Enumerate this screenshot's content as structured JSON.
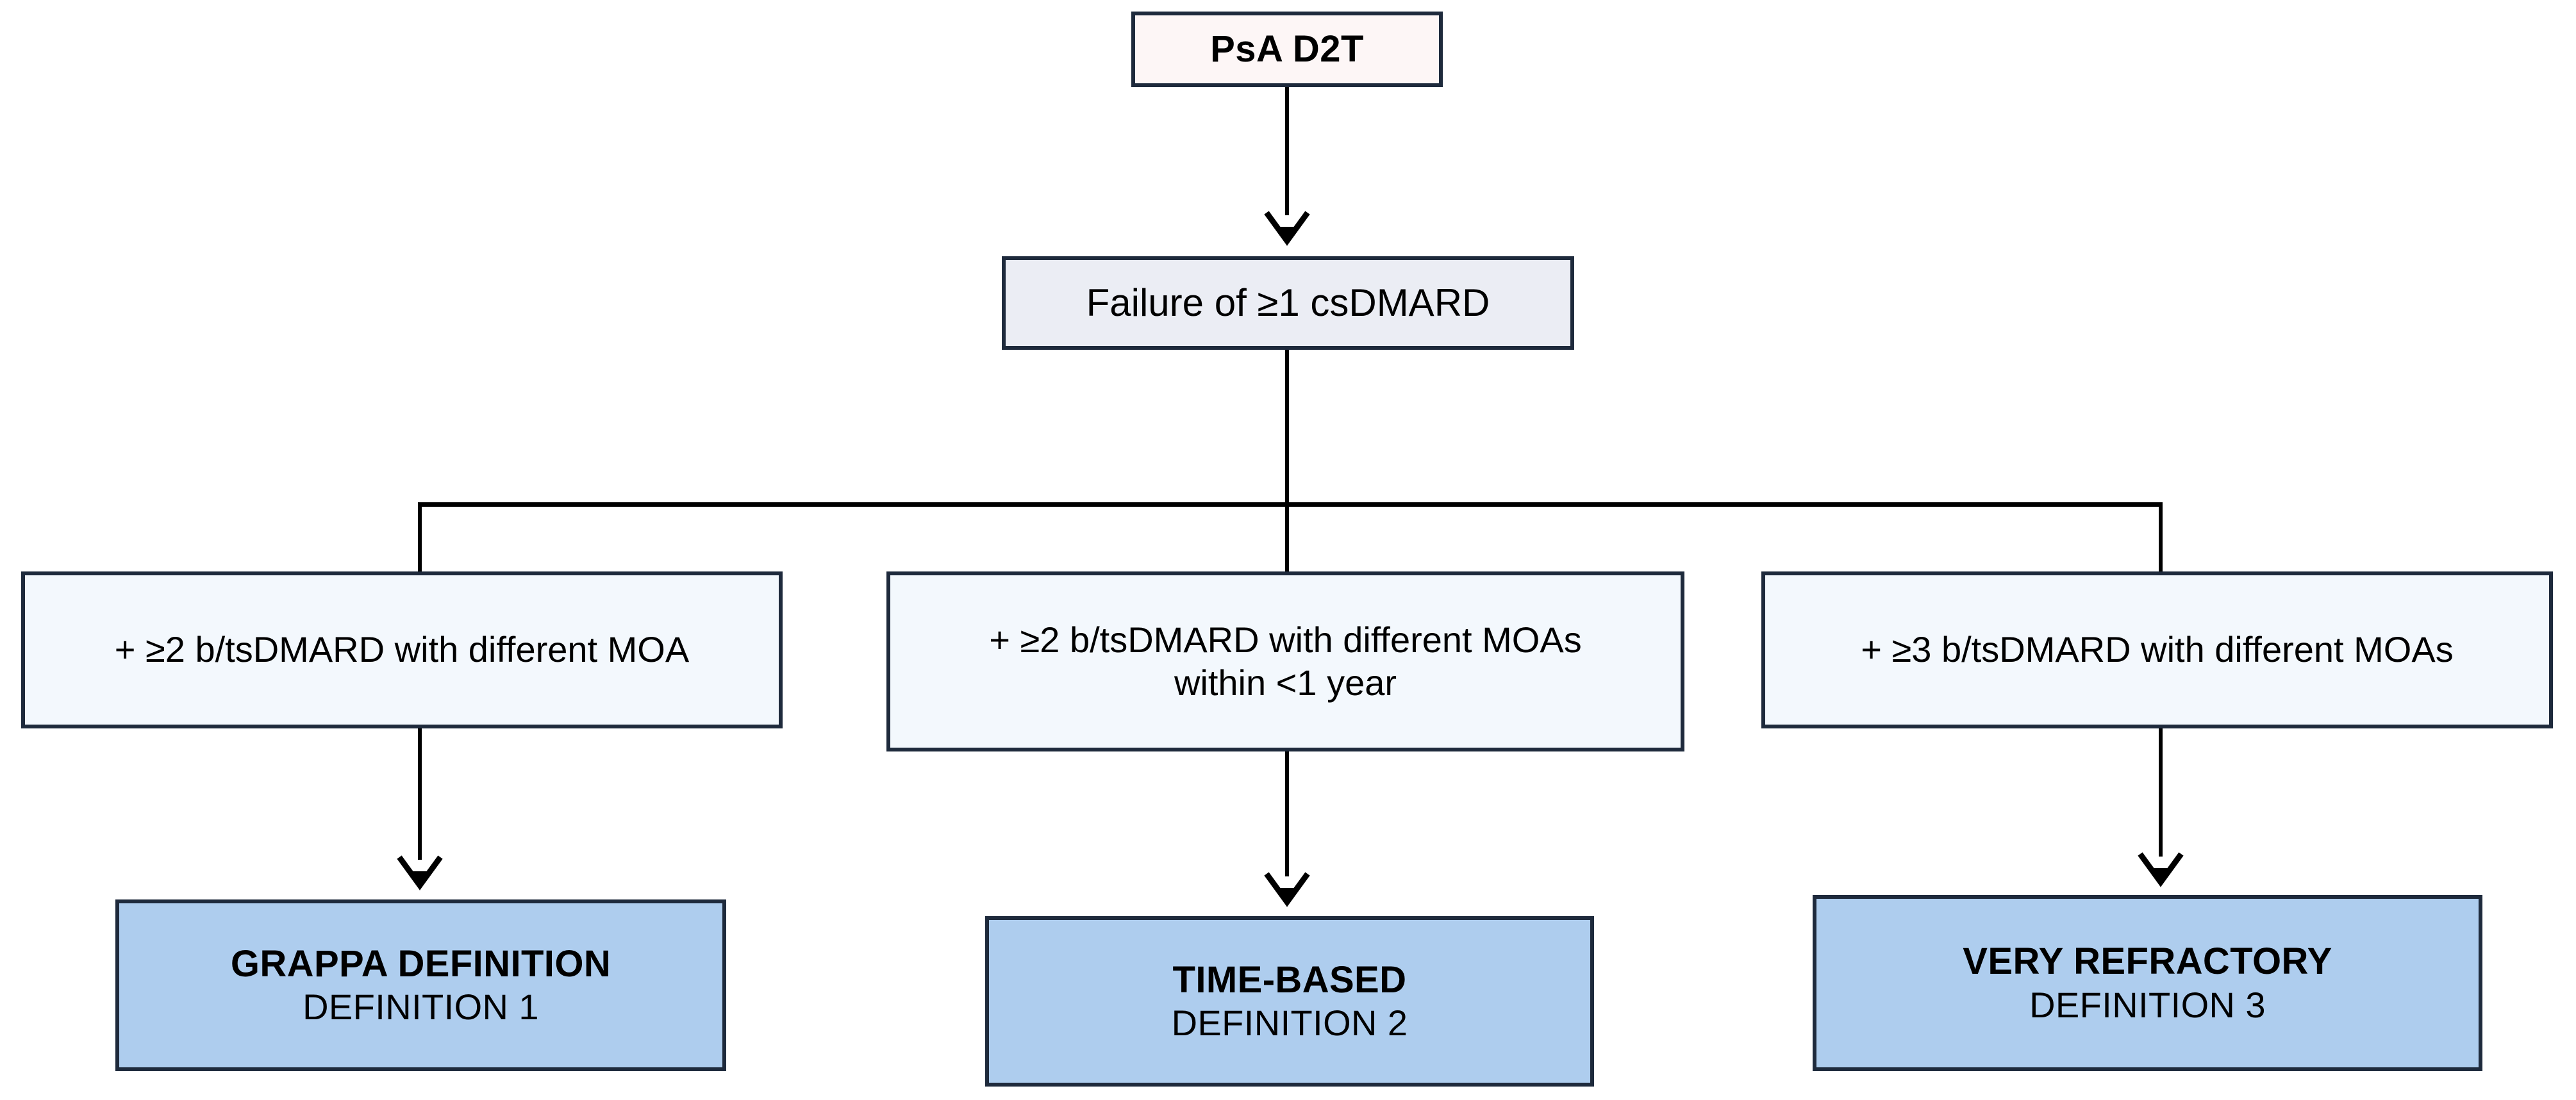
{
  "diagram": {
    "type": "flowchart",
    "title": "PsA D2T definitions flowchart",
    "colors": {
      "top_node_fill": "#fdf6f6",
      "second_node_fill": "#ebedf4",
      "criteria_node_fill": "#f3f8fd",
      "definition_node_fill": "#aecdee",
      "border": "#1e2a3c",
      "connector": "#000000",
      "background": "#ffffff"
    },
    "nodes": {
      "root": {
        "label": "PsA D2T"
      },
      "prerequisite": {
        "label": "Failure of ≥1 csDMARD"
      },
      "criteria": [
        {
          "line1": "+ ≥2 b/tsDMARD with different MOA",
          "line2": ""
        },
        {
          "line1": "+ ≥2 b/tsDMARD with different MOAs",
          "line2": "within <1 year"
        },
        {
          "line1": "+ ≥3 b/tsDMARD with different MOAs",
          "line2": ""
        }
      ],
      "definitions": [
        {
          "title": "GRAPPA DEFINITION",
          "subtitle": "DEFINITION 1"
        },
        {
          "title": "TIME-BASED",
          "subtitle": "DEFINITION 2"
        },
        {
          "title": "VERY REFRACTORY",
          "subtitle": "DEFINITION 3"
        }
      ]
    },
    "edges": [
      {
        "from": "root",
        "to": "prerequisite",
        "style": "arrow-down"
      },
      {
        "from": "prerequisite",
        "to": "criteria-0",
        "style": "elbow-down-left"
      },
      {
        "from": "prerequisite",
        "to": "criteria-1",
        "style": "line-down"
      },
      {
        "from": "prerequisite",
        "to": "criteria-2",
        "style": "elbow-down-right"
      },
      {
        "from": "criteria-0",
        "to": "definitions-0",
        "style": "arrow-down"
      },
      {
        "from": "criteria-1",
        "to": "definitions-1",
        "style": "arrow-down"
      },
      {
        "from": "criteria-2",
        "to": "definitions-2",
        "style": "arrow-down"
      }
    ]
  }
}
